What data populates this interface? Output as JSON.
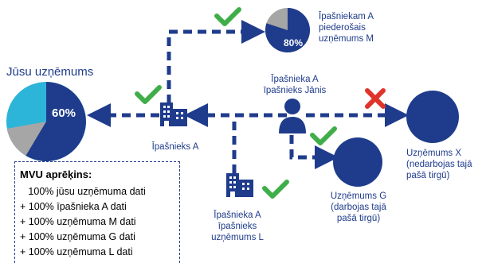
{
  "user_company": {
    "title": "Jūsu uzņēmums",
    "pie_label": "60%",
    "share": 0.6
  },
  "owner_a": {
    "label": "Īpašnieks A"
  },
  "owner_a_company_m": {
    "label_lines": [
      "Īpašniekam A",
      "piederošais",
      "uzņēmums M"
    ],
    "pie_label": "80%",
    "share": 0.8
  },
  "owner_janis": {
    "label_lines": [
      "Īpašnieka A",
      "īpašnieks Jānis"
    ]
  },
  "company_x": {
    "label_lines": [
      "Uzņēmums X",
      "(nedarbojas tajā",
      "pašā tirgū)"
    ]
  },
  "company_g": {
    "label_lines": [
      "Uzņēmums G",
      "(darbojas tajā",
      "pašā tirgū)"
    ]
  },
  "company_l": {
    "label_lines": [
      "Īpašnieka A",
      "īpašnieks",
      "uzņēmums L"
    ]
  },
  "calculation": {
    "title": "MVU aprēķins:",
    "lines": [
      "   100% jūsu uzņēmuma dati",
      "+ 100% īpašnieka A dati",
      "+ 100% uzņēmuma M dati",
      "+ 100% uzņēmuma G dati",
      "+ 100% uzņēmuma L dati"
    ]
  },
  "colors": {
    "navy": "#1f3c8c",
    "arrow": "#1f3c8c",
    "green_check": "#3fae49",
    "red_cross": "#e0342b",
    "cyan": "#2cb5d8",
    "grey": "#a6a6a6"
  }
}
